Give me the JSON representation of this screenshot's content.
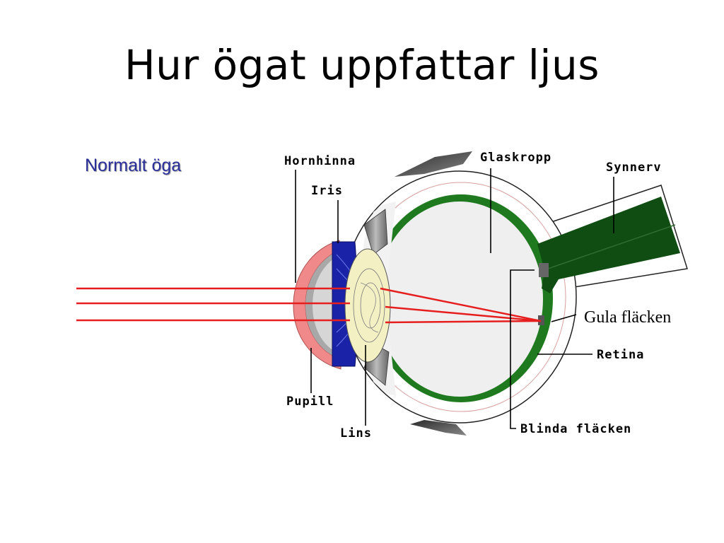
{
  "title": "Hur ögat uppfattar ljus",
  "subtitle": "Normalt öga",
  "labels": {
    "hornhinna": "Hornhinna",
    "iris": "Iris",
    "glaskropp": "Glaskropp",
    "synnerv": "Synnerv",
    "gula_flacken": "Gula fläcken",
    "retina": "Retina",
    "blinda_flacken": "Blinda fläcken",
    "pupill": "Pupill",
    "lins": "Lins"
  },
  "colors": {
    "light_ray": "#e61e1e",
    "retina": "#1f7a1f",
    "optic_nerve": "#0f4d12",
    "iris": "#1a22a8",
    "lens": "#f3f0c4",
    "cornea": "#f08a8a",
    "subtitle": "#2b2f9a"
  }
}
